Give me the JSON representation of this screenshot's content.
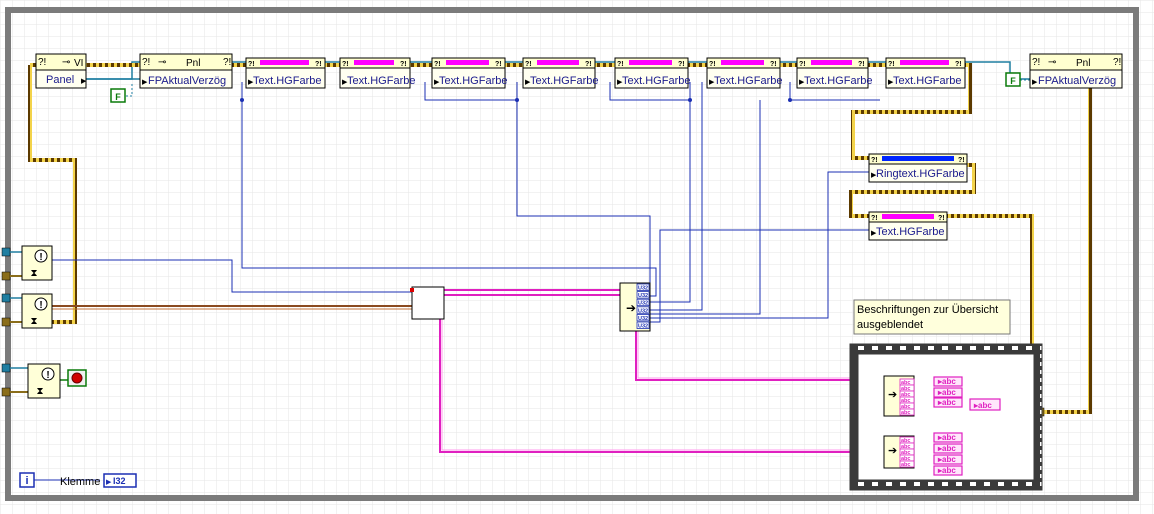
{
  "vi_ref": {
    "header": "VI",
    "output": "Panel"
  },
  "panel_nodes": [
    {
      "header": "Pnl",
      "property": "FPAktualVerzög"
    },
    {
      "header": "Pnl",
      "property": "FPAktualVerzög"
    }
  ],
  "bool_constant": "F",
  "text_property_nodes": [
    "Text.HGFarbe",
    "Text.HGFarbe",
    "Text.HGFarbe",
    "Text.HGFarbe",
    "Text.HGFarbe",
    "Text.HGFarbe",
    "Text.HGFarbe",
    "Text.HGFarbe"
  ],
  "ring_property_node": "Ringtext.HGFarbe",
  "lower_text_property_node": "Text.HGFarbe",
  "error_glyph": "!",
  "hourglass_glyph": "⧗",
  "index_terminal_rows": [
    "U32",
    "U32",
    "U32",
    "U32",
    "U32",
    "U32"
  ],
  "comment_text": "Beschriftungen zur Übersicht ausgeblendet",
  "iteration_label": "i",
  "terminal_label": "Klemme",
  "numeric_indicator": "I32",
  "string_terminal_glyph": "abc",
  "colors": {
    "refnum_wire": "#1f7ea1",
    "error_wire_dark": "#5c3a00",
    "error_wire_light": "#f3d34a",
    "integer_wire": "#1b2fb3",
    "cluster_wire": "#e020c0",
    "color_bar_pink": "#ff00ff",
    "color_bar_blue": "#0026ff",
    "stop_button": "#d00000"
  }
}
